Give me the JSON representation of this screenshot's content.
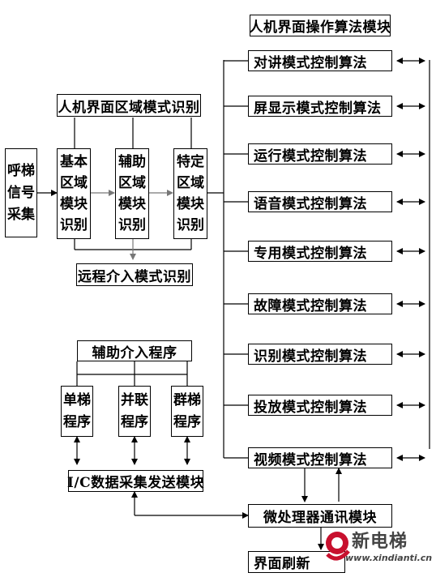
{
  "top_module": "人机界面操作算法模块",
  "algorithms": [
    "对讲模式控制算法",
    "屏显示模式控制算法",
    "运行模式控制算法",
    "语音模式控制算法",
    "专用模式控制算法",
    "故障模式控制算法",
    "识别模式控制算法",
    "投放模式控制算法",
    "视频模式控制算法"
  ],
  "region_recognition": "人机界面区域模式识别",
  "signal_collect": "呼梯\n信号\n采集",
  "basic_module": "基本\n区域\n模块\n识别",
  "aux_module": "辅助\n区域\n模块\n识别",
  "special_module": "特定\n区域\n模块\n识别",
  "remote_recognition": "远程介入模式识别",
  "aux_program": "辅助介入程序",
  "single_program": "单梯\n程序",
  "parallel_program": "并联\n程序",
  "group_program": "群梯\n程序",
  "io_module": "I/C数据采集发送模块",
  "micro_module": "微处理器通讯模块",
  "refresh": "界面刷新",
  "logo": {
    "brand": "新电梯",
    "url": "www.xindianti.cn",
    "color": "#c8102e"
  }
}
